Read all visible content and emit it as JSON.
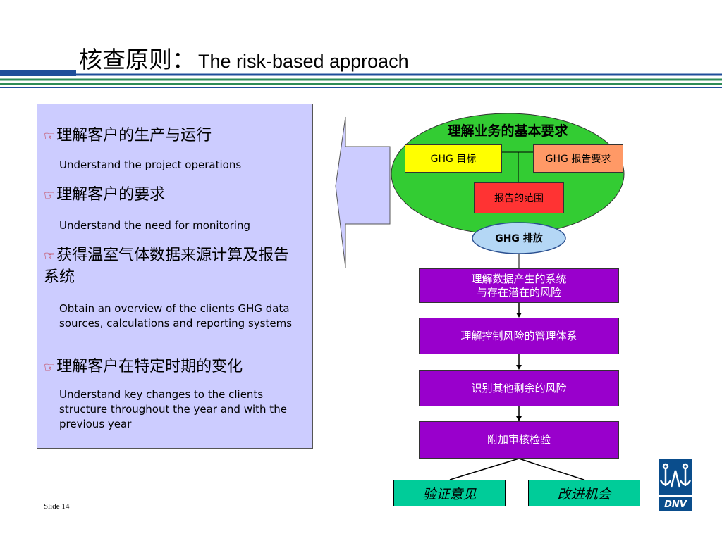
{
  "title": {
    "zh": "核查原则：",
    "en": "The risk-based approach"
  },
  "bullets": [
    {
      "zh": "理解客户的生产与运行",
      "en": "Understand the project operations"
    },
    {
      "zh": "理解客户的要求",
      "en": "Understand the need for monitoring"
    },
    {
      "zh": "获得温室气体数据来源计算及报告系统",
      "en": "Obtain an overview of the clients GHG data sources, calculations and reporting systems"
    },
    {
      "zh": "理解客户在特定时期的变化",
      "en": "Understand key changes to the clients structure throughout the year and with the previous year"
    }
  ],
  "bullet_icon": "pointing-hand-icon",
  "diagram": {
    "ellipse_title": "理解业务的基本要求",
    "ghg_target": "GHG 目标",
    "ghg_report_req": "GHG 报告要求",
    "report_scope": "报告的范围",
    "ghg_emission": "GHG 排放",
    "steps": [
      "理解数据产生的系统\n与存在潜在的风险",
      "理解控制风险的管理体系",
      "识别其他剩余的风险",
      "附加审核检验"
    ],
    "outcomes": [
      "验证意见",
      "改进机会"
    ]
  },
  "logo": {
    "text": "DNV"
  },
  "slide_label": "Slide 14",
  "colors": {
    "header_blue": "#1f4e9a",
    "header_green": "#2e8b57",
    "panel_fill": "#ccccff",
    "ellipse_green": "#33cc33",
    "yellow": "#ffff00",
    "orange": "#ff9966",
    "red": "#ff3333",
    "purple": "#9900cc",
    "teal": "#00cc99",
    "logo_blue": "#0a4d8c"
  }
}
